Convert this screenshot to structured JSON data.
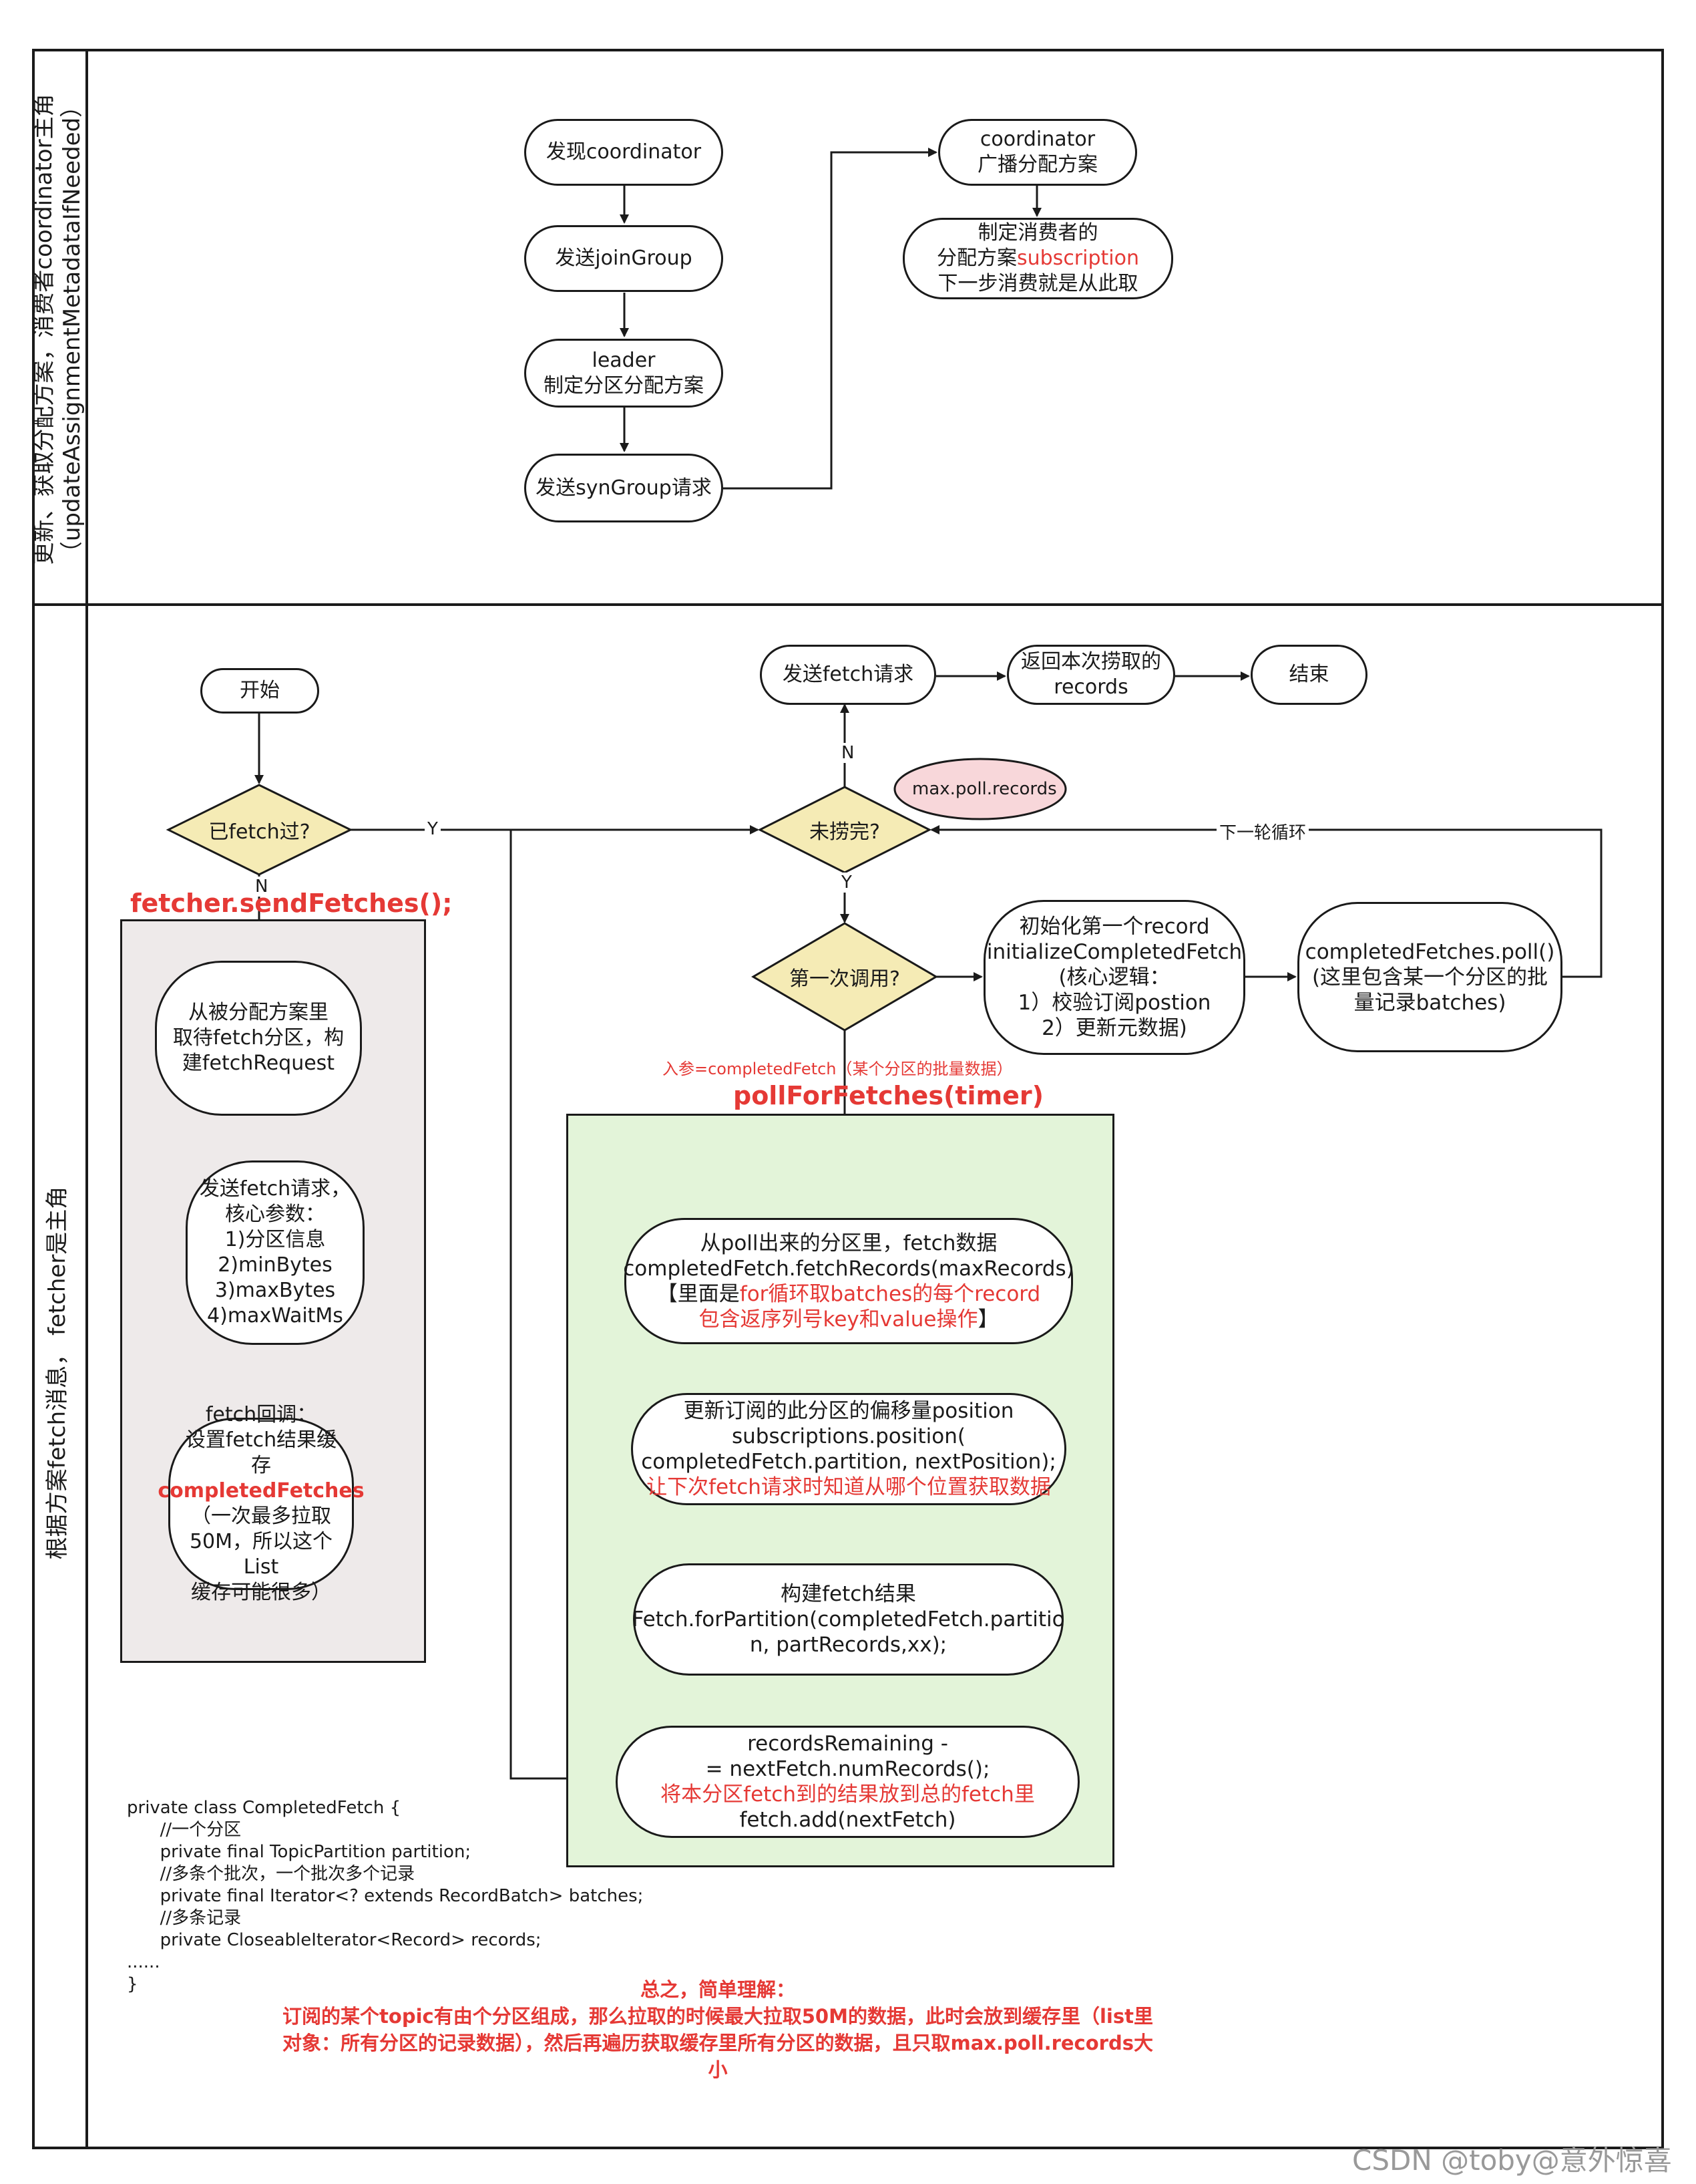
{
  "lanes": {
    "top": "更新、获取分配方案，消费者coordinator主角\n（updateAssignmentMetadataIfNeeded）",
    "bottom": "根据方案fetch消息， fetcher是主角"
  },
  "top_flow": {
    "find_coordinator": "发现coordinator",
    "join_group": "发送joinGroup",
    "leader_l1": "leader",
    "leader_l2": "制定分区分配方案",
    "sync_group": "发送synGroup请求",
    "broadcast_l1": "coordinator",
    "broadcast_l2": "广播分配方案",
    "sub_l1": "制定消费者的",
    "sub_l2_a": "分配方案",
    "sub_l2_b": "subscription",
    "sub_l3": "下一步消费就是从此取"
  },
  "bottom_flow": {
    "start": "开始",
    "fetched_q": "已fetch过?",
    "yes": "Y",
    "no": "N",
    "send_fetches": "fetcher.sendFetches();",
    "build_l1": "从被分配方案里",
    "build_l2": "取待fetch分区，构",
    "build_l3": "建fetchRequest",
    "send_l1": "发送fetch请求，",
    "send_l2": "核心参数：",
    "send_l3": "1)分区信息",
    "send_l4": "2)minBytes",
    "send_l5": "3)maxBytes",
    "send_l6": "4)maxWaitMs",
    "cb_l1": "fetch回调：",
    "cb_l2": "设置fetch结果缓存",
    "cb_l3": "completedFetches",
    "cb_l4": "（一次最多拉取",
    "cb_l5": "50M，所以这个List",
    "cb_l6": "缓存可能很多）",
    "send_fetch_req": "发送fetch请求",
    "return_l1": "返回本次捞取的",
    "return_l2": "records",
    "end": "结束",
    "max_poll": "max.poll.records",
    "not_done_q": "未捞完?",
    "next_round": "下一轮循环",
    "first_call_q": "第一次调用?",
    "init_l1": "初始化第一个record",
    "init_l2": "initializeCompletedFetch",
    "init_l3": "(核心逻辑：",
    "init_l4": "1）校验订阅postion",
    "init_l5": "2）更新元数据)",
    "poll_l1": "completedFetches.poll()",
    "poll_l2": "(这里包含某一个分区的批",
    "poll_l3": "量记录batches)",
    "param_note": "入参=completedFetch（某个分区的批量数据）",
    "poll_for_fetches": "pollForFetches(timer)",
    "fr_l1": "从poll出来的分区里，fetch数据",
    "fr_l2": "completedFetch.fetchRecords(maxRecords)",
    "fr_l3_a": "【里面是",
    "fr_l3_b": "for循环取batches的每个record",
    "fr_l4_a": "包含返序列号key和value操作",
    "fr_l4_b": "】",
    "pos_l1": "更新订阅的此分区的偏移量position",
    "pos_l2": "subscriptions.position(",
    "pos_l3": "completedFetch.partition, nextPosition);",
    "pos_l4": "让下次fetch请求时知道从哪个位置获取数据",
    "build_res_l1": "构建fetch结果",
    "build_res_l2": "Fetch.forPartition(completedFetch.partitio",
    "build_res_l3": "n, partRecords,xx);",
    "rem_l1": "recordsRemaining -",
    "rem_l2": "= nextFetch.numRecords();",
    "rem_l3": "将本分区fetch到的结果放到总的fetch里",
    "rem_l4": "fetch.add(nextFetch)"
  },
  "code": "private class CompletedFetch {\n      //一个分区\n      private final TopicPartition partition;\n      //多条个批次，一个批次多个记录\n      private final Iterator<? extends RecordBatch> batches;\n      //多条记录\n      private CloseableIterator<Record> records;\n......\n}",
  "summary": {
    "l1": "总之，简单理解：",
    "l2": "订阅的某个topic有由个分区组成，那么拉取的时候最大拉取50M的数据，此时会放到缓存里（list里",
    "l3": "对象：所有分区的记录数据），然后再遍历获取缓存里所有分区的数据，且只取max.poll.records大",
    "l4": "小"
  },
  "watermark": "CSDN @toby@意外惊喜",
  "colors": {
    "diamond_fill": "#f5ebb5",
    "gray_panel": "#eeeaea",
    "green_panel": "#e3f4d9",
    "pink_ellipse": "#f8d7da",
    "highlight_red": "#e53935"
  }
}
